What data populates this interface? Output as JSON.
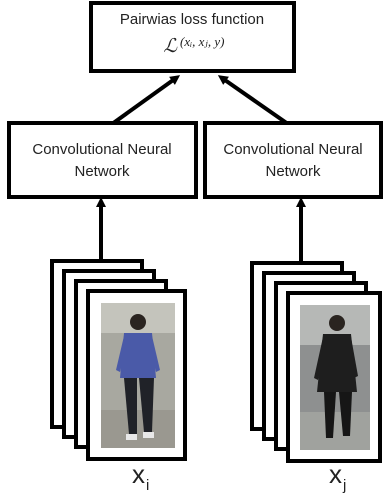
{
  "loss_box": {
    "title": "Pairwias loss function",
    "formula_symbol": "ℒ",
    "formula_args": "(xᵢ, xⱼ, y)"
  },
  "left_branch": {
    "cnn_line1": "Convolutional Neural",
    "cnn_line2": "Network",
    "input_label_base": "x",
    "input_label_sub": "i"
  },
  "right_branch": {
    "cnn_line1": "Convolutional Neural",
    "cnn_line2": "Network",
    "input_label_base": "x",
    "input_label_sub": "j"
  },
  "colors": {
    "stroke": "#000000",
    "text": "#222222",
    "photo_bg_left": "#a8a8a0",
    "photo_bg_right": "#8e9090",
    "shirt_left": "#4a5aa8",
    "coat_right": "#1e1e1e"
  }
}
